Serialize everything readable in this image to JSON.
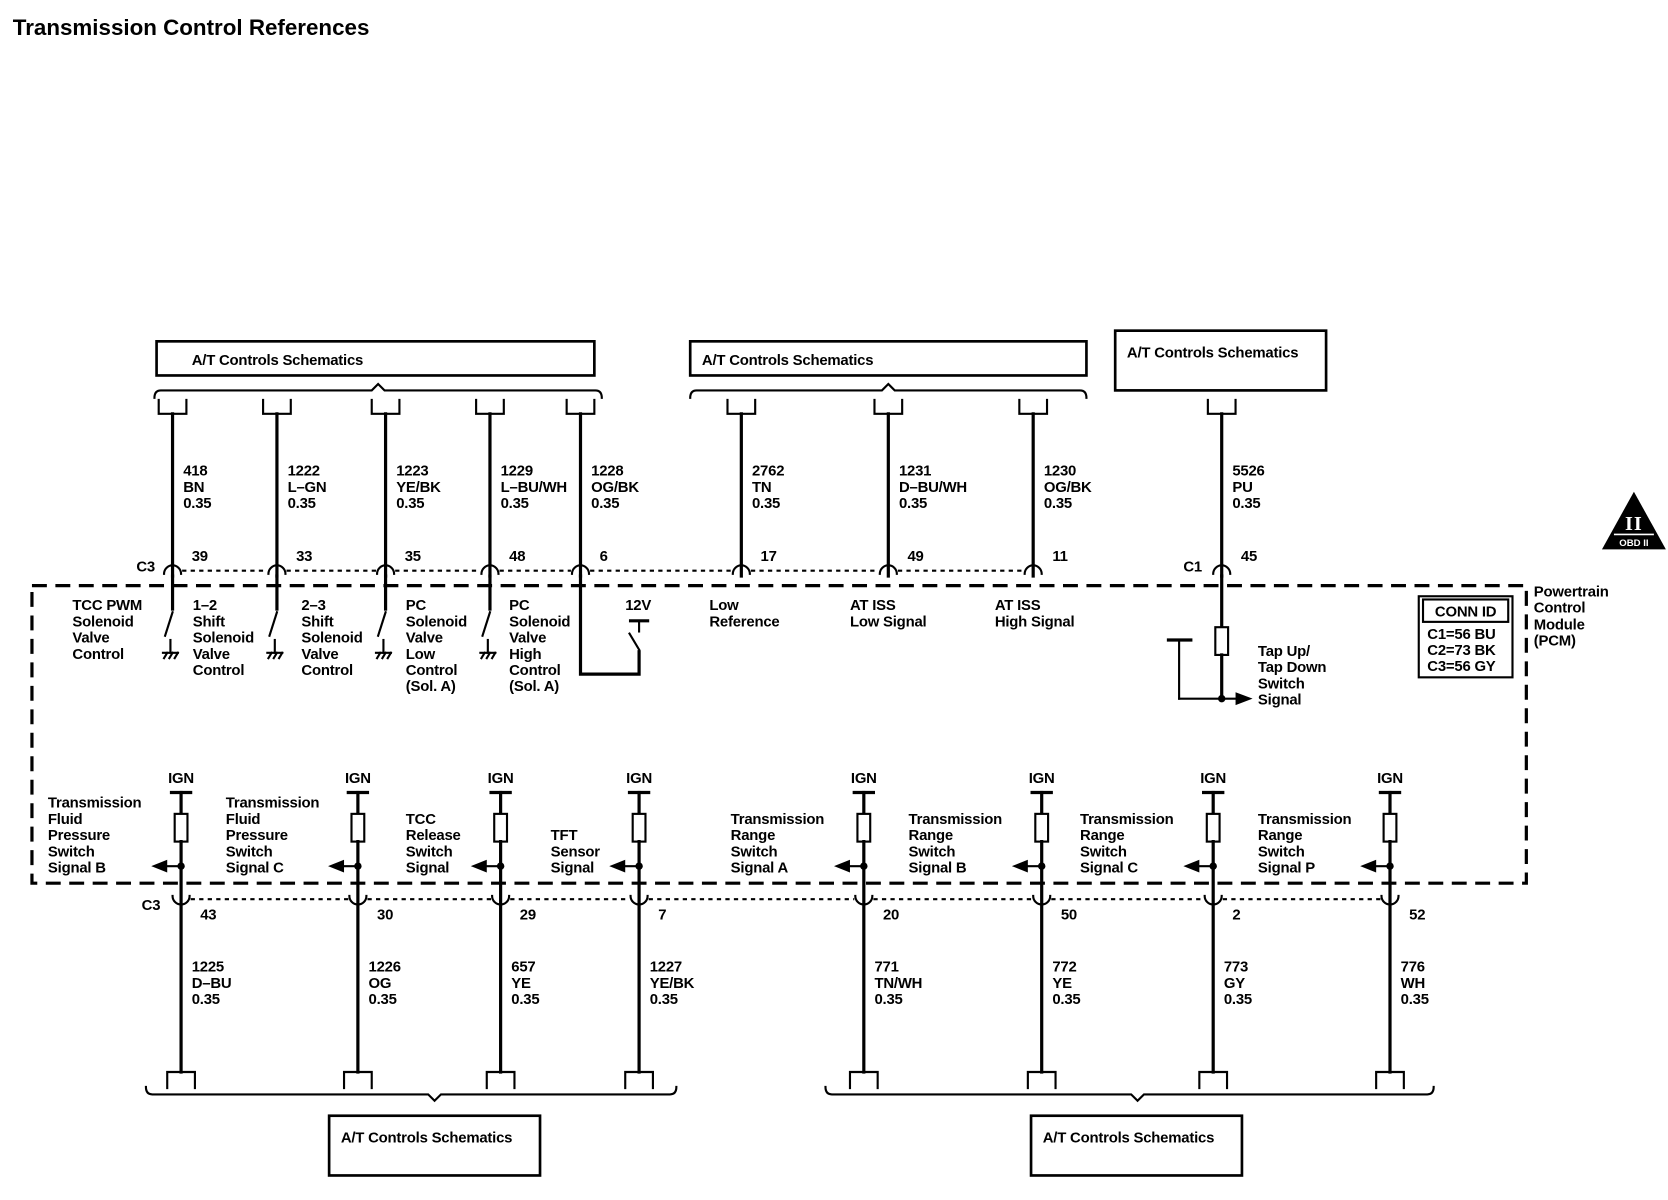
{
  "title": "Transmission Control References",
  "top_links": [
    "A/T Controls Schematics",
    "A/T Controls Schematics",
    "A/T Controls Schematics"
  ],
  "bottom_links": [
    "A/T Controls Schematics",
    "A/T Controls Schematics"
  ],
  "connectors": {
    "top_left": "C3",
    "top_right": "C1",
    "bottom": "C3"
  },
  "top_wires": [
    {
      "circuit": "418",
      "color": "BN",
      "size": "0.35",
      "pin": "39",
      "label_lines": [
        "TCC PWM",
        "Solenoid",
        "Valve",
        "Control"
      ]
    },
    {
      "circuit": "1222",
      "color": "L–GN",
      "size": "0.35",
      "pin": "33",
      "label_lines": [
        "1–2",
        "Shift",
        "Solenoid",
        "Valve",
        "Control"
      ]
    },
    {
      "circuit": "1223",
      "color": "YE/BK",
      "size": "0.35",
      "pin": "35",
      "label_lines": [
        "2–3",
        "Shift",
        "Solenoid",
        "Valve",
        "Control"
      ]
    },
    {
      "circuit": "1229",
      "color": "L–BU/WH",
      "size": "0.35",
      "pin": "48",
      "label_lines": [
        "PC",
        "Solenoid",
        "Valve",
        "Low",
        "Control",
        "(Sol. A)"
      ]
    },
    {
      "circuit": "1228",
      "color": "OG/BK",
      "size": "0.35",
      "pin": "6",
      "label_lines": [
        "PC",
        "Solenoid",
        "Valve",
        "High",
        "Control",
        "(Sol. A)"
      ]
    },
    {
      "circuit": "2762",
      "color": "TN",
      "size": "0.35",
      "pin": "17",
      "label_lines": [
        "Low",
        "Reference"
      ]
    },
    {
      "circuit": "1231",
      "color": "D–BU/WH",
      "size": "0.35",
      "pin": "49",
      "label_lines": [
        "AT ISS",
        "Low Signal"
      ]
    },
    {
      "circuit": "1230",
      "color": "OG/BK",
      "size": "0.35",
      "pin": "11",
      "label_lines": [
        "AT ISS",
        "High Signal"
      ]
    },
    {
      "circuit": "5526",
      "color": "PU",
      "size": "0.35",
      "pin": "45",
      "label_lines": [
        "Tap Up/",
        "Tap Down",
        "Switch",
        "Signal"
      ]
    }
  ],
  "pcm_internal": {
    "supply_12v": "12V"
  },
  "bottom_wires": [
    {
      "circuit": "1225",
      "color": "D–BU",
      "size": "0.35",
      "pin": "43",
      "supply": "IGN",
      "label_lines": [
        "Transmission",
        "Fluid",
        "Pressure",
        "Switch",
        "Signal B"
      ]
    },
    {
      "circuit": "1226",
      "color": "OG",
      "size": "0.35",
      "pin": "30",
      "supply": "IGN",
      "label_lines": [
        "Transmission",
        "Fluid",
        "Pressure",
        "Switch",
        "Signal C"
      ]
    },
    {
      "circuit": "657",
      "color": "YE",
      "size": "0.35",
      "pin": "29",
      "supply": "IGN",
      "label_lines": [
        "TCC",
        "Release",
        "Switch",
        "Signal"
      ]
    },
    {
      "circuit": "1227",
      "color": "YE/BK",
      "size": "0.35",
      "pin": "7",
      "supply": "IGN",
      "label_lines": [
        "TFT",
        "Sensor",
        "Signal"
      ]
    },
    {
      "circuit": "771",
      "color": "TN/WH",
      "size": "0.35",
      "pin": "20",
      "supply": "IGN",
      "label_lines": [
        "Transmission",
        "Range",
        "Switch",
        "Signal A"
      ]
    },
    {
      "circuit": "772",
      "color": "YE",
      "size": "0.35",
      "pin": "50",
      "supply": "IGN",
      "label_lines": [
        "Transmission",
        "Range",
        "Switch",
        "Signal B"
      ]
    },
    {
      "circuit": "773",
      "color": "GY",
      "size": "0.35",
      "pin": "2",
      "supply": "IGN",
      "label_lines": [
        "Transmission",
        "Range",
        "Switch",
        "Signal C"
      ]
    },
    {
      "circuit": "776",
      "color": "WH",
      "size": "0.35",
      "pin": "52",
      "supply": "IGN",
      "label_lines": [
        "Transmission",
        "Range",
        "Switch",
        "Signal P"
      ]
    }
  ],
  "module": {
    "name_lines": [
      "Powertrain",
      "Control",
      "Module",
      "(PCM)"
    ]
  },
  "conn_id": {
    "title": "CONN ID",
    "entries": [
      "C1=56 BU",
      "C2=73 BK",
      "C3=56 GY"
    ]
  },
  "obd_symbol": {
    "icon": "obd-ii-triangle-icon",
    "numeral": "II",
    "label": "OBD II"
  }
}
